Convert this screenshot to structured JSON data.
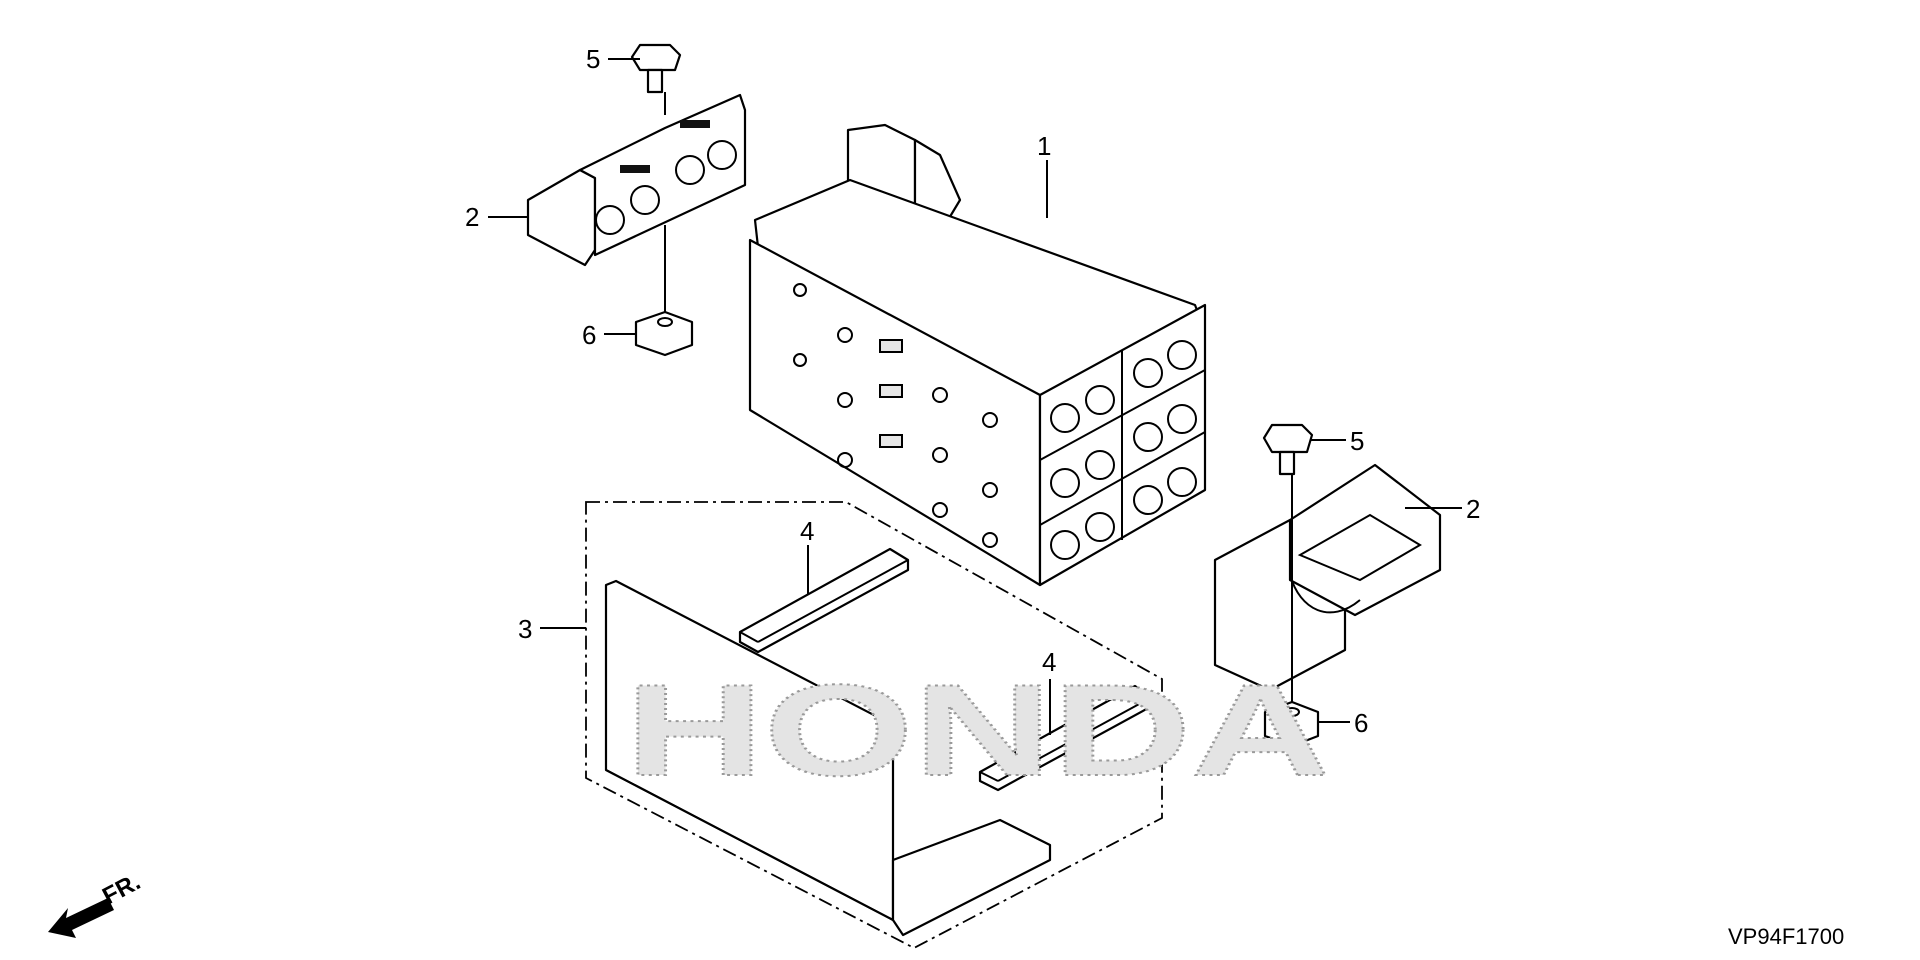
{
  "diagram": {
    "watermark": "HONDA",
    "drawing_code": "VP94F1700",
    "direction_label": "FR.",
    "callouts": [
      {
        "id": "1",
        "label": "1"
      },
      {
        "id": "2a",
        "label": "2"
      },
      {
        "id": "2b",
        "label": "2"
      },
      {
        "id": "3",
        "label": "3"
      },
      {
        "id": "4a",
        "label": "4"
      },
      {
        "id": "4b",
        "label": "4"
      },
      {
        "id": "5a",
        "label": "5"
      },
      {
        "id": "5b",
        "label": "5"
      },
      {
        "id": "6a",
        "label": "6"
      },
      {
        "id": "6b",
        "label": "6"
      }
    ]
  }
}
